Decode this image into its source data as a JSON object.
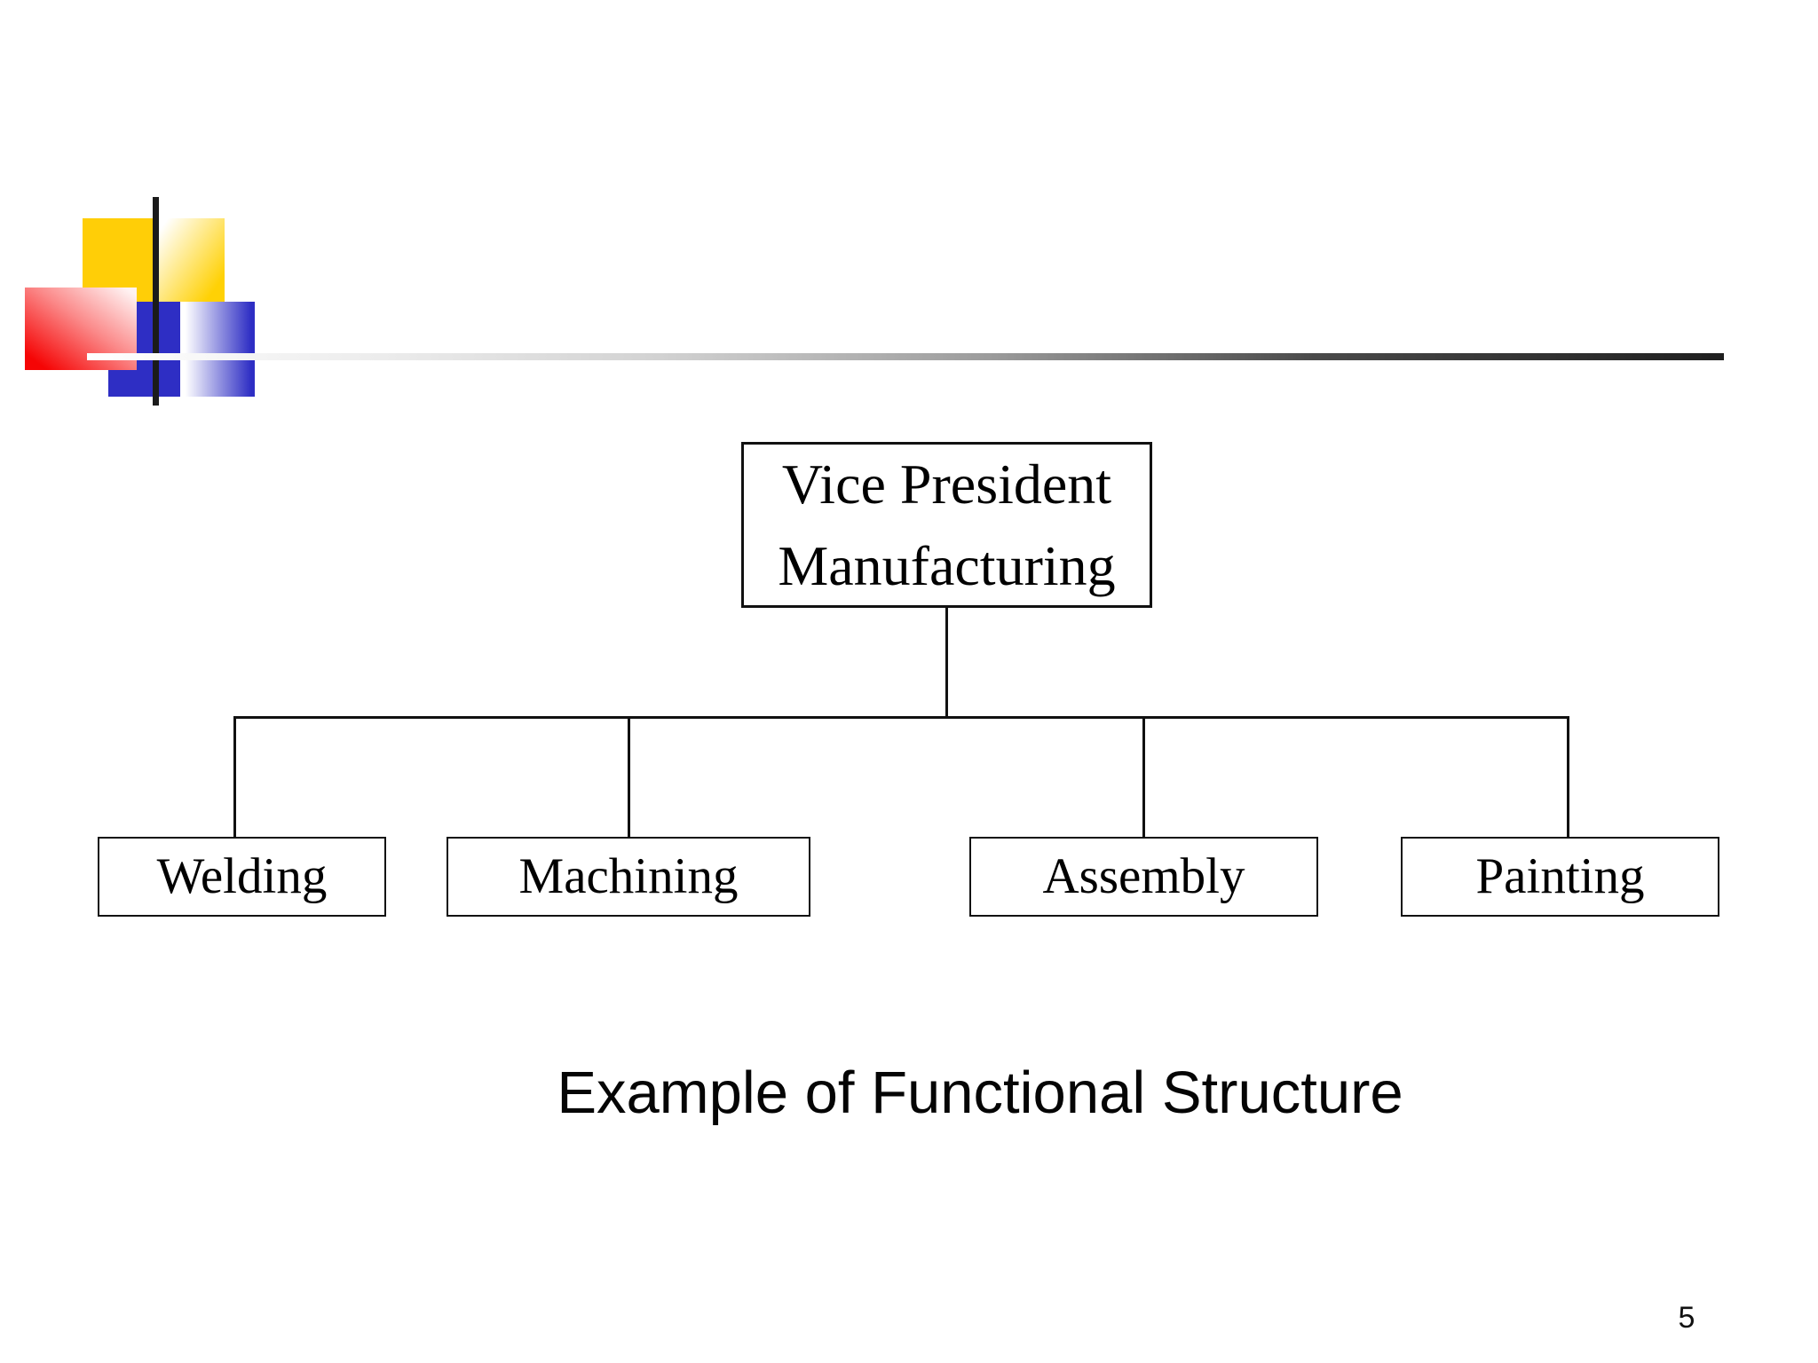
{
  "slide": {
    "caption": "Example of Functional Structure",
    "page_number": "5"
  },
  "org_chart": {
    "root": {
      "line1": "Vice President",
      "line2": "Manufacturing"
    },
    "departments": [
      {
        "label": "Welding"
      },
      {
        "label": "Machining"
      },
      {
        "label": "Assembly"
      },
      {
        "label": "Painting"
      }
    ]
  },
  "logo_colors": {
    "yellow": "#ffce07",
    "red": "#f50505",
    "blue": "#2e2ec4",
    "black_bar": "#1b1b1b"
  },
  "divider_line": {
    "left_color": "#ffffff",
    "right_color": "#1f1f1f"
  }
}
